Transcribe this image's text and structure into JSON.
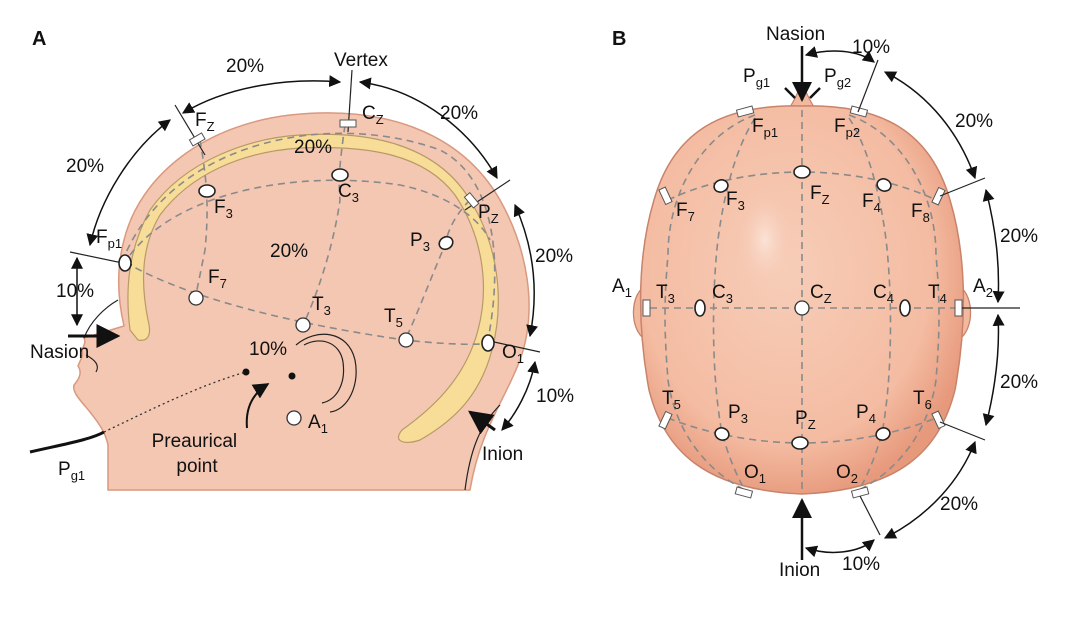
{
  "panel_a": {
    "panel_label": "A",
    "vertex": "Vertex",
    "nasion": "Nasion",
    "inion": "Inion",
    "preaurical": [
      "Preaurical",
      "point"
    ],
    "pct": {
      "top_left": "20%",
      "left": "20%",
      "top_right": "20%",
      "right": "20%",
      "band": "20%",
      "mid": "20%",
      "nasion_10": "10%",
      "ear_10": "10%",
      "inion_10": "10%"
    },
    "electrodes": {
      "fz": {
        "base": "F",
        "sub": "Z"
      },
      "cz": {
        "base": "C",
        "sub": "Z"
      },
      "pz": {
        "base": "P",
        "sub": "Z"
      },
      "fp1": {
        "base": "F",
        "sub": "p1"
      },
      "f3": {
        "base": "F",
        "sub": "3"
      },
      "c3": {
        "base": "C",
        "sub": "3"
      },
      "p3": {
        "base": "P",
        "sub": "3"
      },
      "f7": {
        "base": "F",
        "sub": "7"
      },
      "t3": {
        "base": "T",
        "sub": "3"
      },
      "t5": {
        "base": "T",
        "sub": "5"
      },
      "o1": {
        "base": "O",
        "sub": "1"
      },
      "a1": {
        "base": "A",
        "sub": "1"
      },
      "pg1": {
        "base": "P",
        "sub": "g1"
      }
    }
  },
  "panel_b": {
    "panel_label": "B",
    "nasion": "Nasion",
    "inion": "Inion",
    "pct": {
      "top_10": "10%",
      "right_20_top": "20%",
      "right_20_upper": "20%",
      "right_20_lower": "20%",
      "right_20_bottom": "20%",
      "bottom_10": "10%"
    },
    "electrodes": {
      "pg1": {
        "base": "P",
        "sub": "g1"
      },
      "pg2": {
        "base": "P",
        "sub": "g2"
      },
      "fp1": {
        "base": "F",
        "sub": "p1"
      },
      "fp2": {
        "base": "F",
        "sub": "p2"
      },
      "f7": {
        "base": "F",
        "sub": "7"
      },
      "f3": {
        "base": "F",
        "sub": "3"
      },
      "fz": {
        "base": "F",
        "sub": "Z"
      },
      "f4": {
        "base": "F",
        "sub": "4"
      },
      "f8": {
        "base": "F",
        "sub": "8"
      },
      "a1": {
        "base": "A",
        "sub": "1"
      },
      "t3": {
        "base": "T",
        "sub": "3"
      },
      "c3": {
        "base": "C",
        "sub": "3"
      },
      "cz": {
        "base": "C",
        "sub": "Z"
      },
      "c4": {
        "base": "C",
        "sub": "4"
      },
      "t4": {
        "base": "T",
        "sub": "4"
      },
      "a2": {
        "base": "A",
        "sub": "2"
      },
      "t5": {
        "base": "T",
        "sub": "5"
      },
      "p3": {
        "base": "P",
        "sub": "3"
      },
      "pz": {
        "base": "P",
        "sub": "Z"
      },
      "p4": {
        "base": "P",
        "sub": "4"
      },
      "t6": {
        "base": "T",
        "sub": "6"
      },
      "o1": {
        "base": "O",
        "sub": "1"
      },
      "o2": {
        "base": "O",
        "sub": "2"
      }
    }
  },
  "colors": {
    "skin": "#f4c7b3",
    "skin_edge": "#e9a58a",
    "skin_outline": "#c8836a",
    "brain_band": "#f7dd97",
    "head_top_fill": "#f3b99f"
  }
}
